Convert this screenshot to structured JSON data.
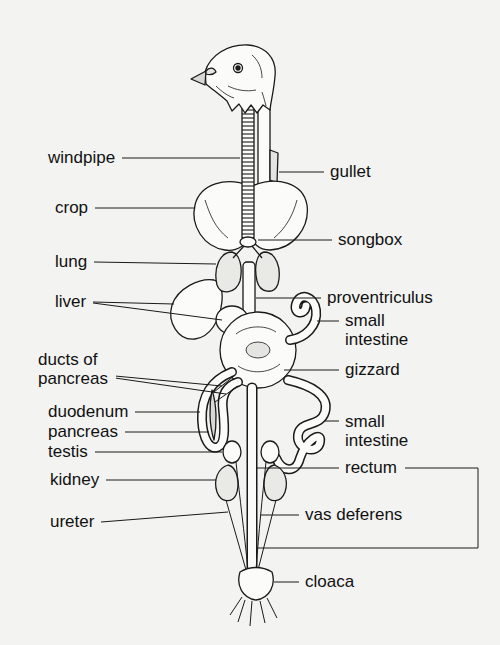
{
  "diagram": {
    "labels": [
      "windpipe",
      "gullet",
      "crop",
      "songbox",
      "lung",
      "liver",
      "proventriculus",
      "small intestine",
      "ducts of pancreas",
      "gizzard",
      "duodenum",
      "small intestine",
      "pancreas",
      "testis",
      "rectum",
      "kidney",
      "vas deferens",
      "ureter",
      "cloaca"
    ]
  }
}
